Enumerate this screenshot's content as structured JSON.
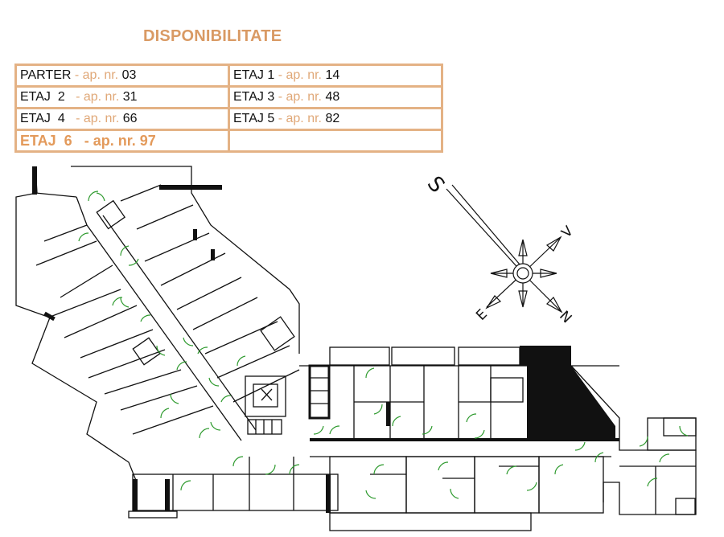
{
  "title": "DISPONIBILITATE",
  "availability": [
    {
      "floor": "PARTER",
      "label": "- ap. nr.",
      "number": "03"
    },
    {
      "floor": "ETAJ 1",
      "label": "- ap. nr.",
      "number": "14"
    },
    {
      "floor": "ETAJ  2",
      "label": "- ap. nr.",
      "number": "31"
    },
    {
      "floor": "ETAJ 3",
      "label": "- ap. nr.",
      "number": "48"
    },
    {
      "floor": "ETAJ  4",
      "label": "- ap. nr.",
      "number": "66"
    },
    {
      "floor": "ETAJ 5",
      "label": "- ap. nr.",
      "number": "82"
    },
    {
      "floor": "ETAJ  6",
      "label": "- ap. nr.",
      "number": "97"
    }
  ],
  "compass": {
    "n": "N",
    "s": "S",
    "e": "E",
    "w": "V"
  },
  "colors": {
    "accent": "#d99a64",
    "table_border": "#e4b285",
    "door": "#2e9a2e",
    "wall": "#111111"
  }
}
